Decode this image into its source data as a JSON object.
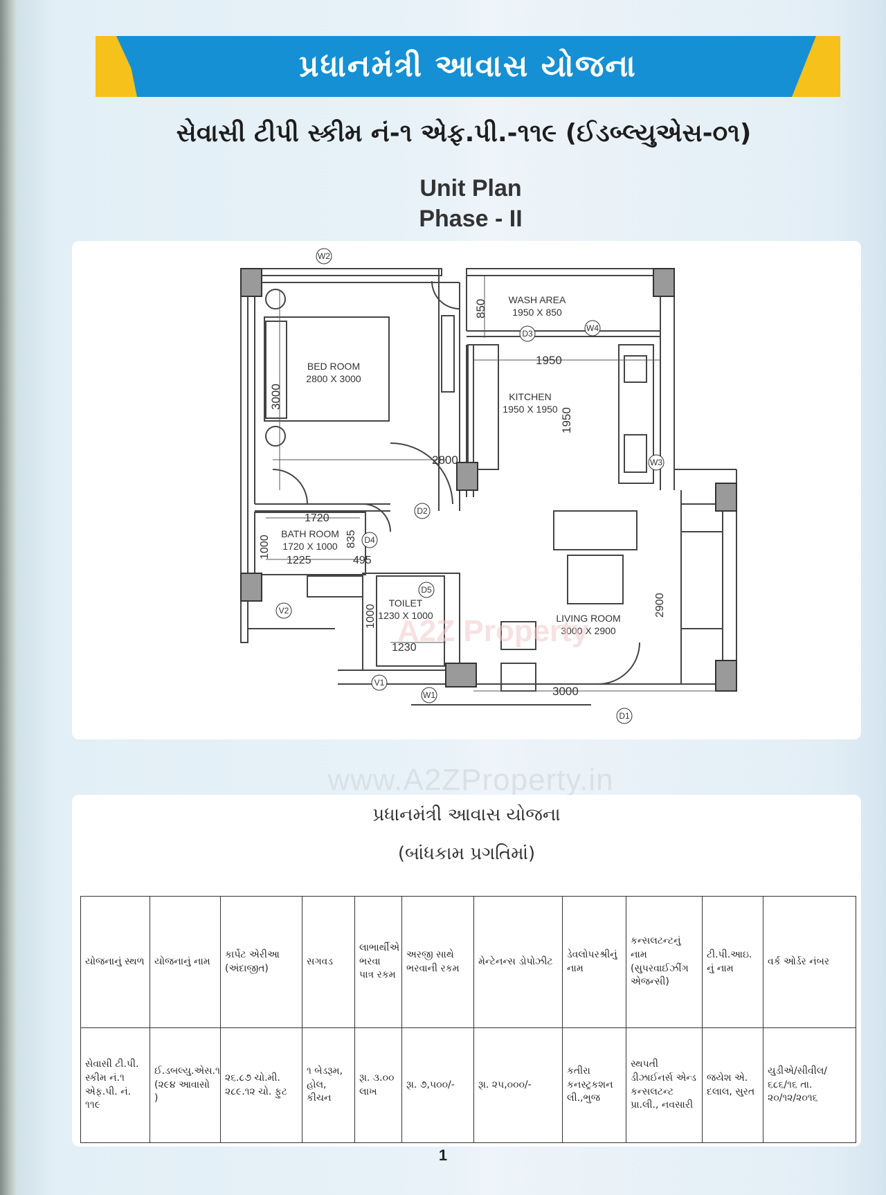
{
  "header": {
    "scheme_title": "પ્રધાનમંત્રી આવાસ યોજના",
    "project_title": "સેવાસી ટીપી સ્કીમ નં-૧ એફ.પી.-૧૧૯ (ઈડબ્લ્યુએસ-૦૧)",
    "plan_title": "Unit Plan",
    "plan_phase": "Phase - II"
  },
  "floor_plan": {
    "rooms": [
      {
        "name": "BED ROOM",
        "size": "2800 X 3000"
      },
      {
        "name": "WASH AREA",
        "size": "1950 X 850"
      },
      {
        "name": "KITCHEN",
        "size": "1950 X 1950"
      },
      {
        "name": "BATH ROOM",
        "size": "1720 X 1000"
      },
      {
        "name": "TOILET",
        "size": "1230 X 1000"
      },
      {
        "name": "LIVING ROOM",
        "size": "3000 X 2900"
      }
    ],
    "dimensions": [
      "850",
      "1950",
      "3000",
      "1950",
      "2800",
      "1720",
      "1000",
      "835",
      "1225",
      "495",
      "1000",
      "1230",
      "2900",
      "3000"
    ],
    "tags": [
      "W2",
      "D3",
      "W4",
      "W3",
      "V2",
      "V1",
      "W1",
      "D1",
      "D2",
      "D4",
      "D5"
    ],
    "colors": {
      "wall": "#444444",
      "column": "#9a9a9a",
      "line": "#555555"
    }
  },
  "watermark": {
    "brand": "A2Z Property",
    "url": "www.A2ZProperty.in"
  },
  "details": {
    "title": "પ્રધાનમંત્રી આવાસ યોજના",
    "subtitle": "(બાંધકામ પ્રગતિમાં)",
    "columns": [
      "યોજનાનું સ્થળ",
      "યોજનાનું નામ",
      "કાર્પેટ એરીઆ (અંદાજીત)",
      "સગવડ",
      "લાભાર્થીએ ભરવા પાત્ર રકમ",
      "અરજી સાથે ભરવાની રકમ",
      "મેન્ટેનન્સ ડોપોઝીટ",
      "ડેવલોપરશ્રીનું નામ",
      "કન્સલટન્ટનું નામ (સુપરવાઈઝીંગ એજન્સી)",
      "ટી.પી.આઇ. નું નામ",
      "વર્ક ઓર્ડર નંબર"
    ],
    "row": [
      "સેવાસી ટી.પી. સ્કીમ નં.૧ એફ.પી. નં. ૧૧૯",
      "ઈ.ડબલ્યુ.એસ.૧ (૨૯૪ આવાસો )",
      "૨૬.૮૭ ચો.મી. ૨૮૯.૧૨ ચો. ફુટ",
      "૧ બેડરૂમ, હોલ, કીચન",
      "રૂા. ૩.૦૦ લાખ",
      "રૂા. ૭,૫૦૦/-",
      "રૂા. ૨૫,૦૦૦/-",
      "કતીરા કનસ્ટ્રકશન લી.,ભુજ",
      "સ્થપતી ડીઝાઈનર્સ એન્ડ કન્સલટન્ટ પ્રા.લી., નવસારી",
      "જયેશ એ. દલાલ, સુરત",
      "યુડીએ/સીવીલ/ ૬૮૬/૧૬ તા. ૨૦/૧૨/૨૦૧૬"
    ]
  },
  "footer": {
    "page_number": "1"
  }
}
